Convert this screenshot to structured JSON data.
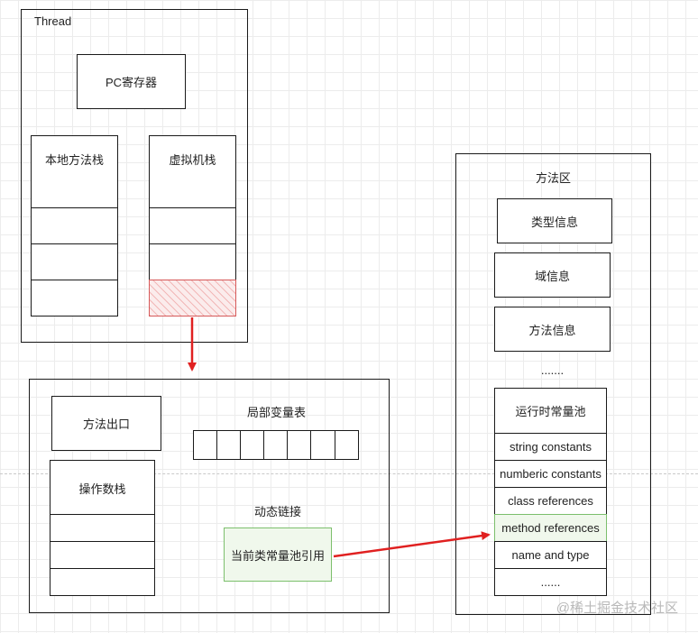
{
  "thread": {
    "title": "Thread",
    "pc": "PC寄存器",
    "native_stack": "本地方法栈",
    "vm_stack": "虚拟机栈"
  },
  "frame": {
    "method_exit": "方法出口",
    "local_vars": "局部变量表",
    "operand_stack": "操作数栈",
    "dynamic_link": "动态链接",
    "pool_ref": "当前类常量池引用"
  },
  "method_area": {
    "title": "方法区",
    "type_info": "类型信息",
    "field_info": "域信息",
    "method_info": "方法信息",
    "ellipsis": ".......",
    "runtime_pool": {
      "title": "运行时常量池",
      "items": [
        "string constants",
        "numberic constants",
        "class references",
        "method references",
        "name and type",
        "......"
      ]
    }
  },
  "watermark": "@稀土掘金技术社区",
  "colors": {
    "arrow": "#e02020",
    "highlight_red": "#f2b8b8",
    "highlight_green": "#7cbf6c"
  }
}
